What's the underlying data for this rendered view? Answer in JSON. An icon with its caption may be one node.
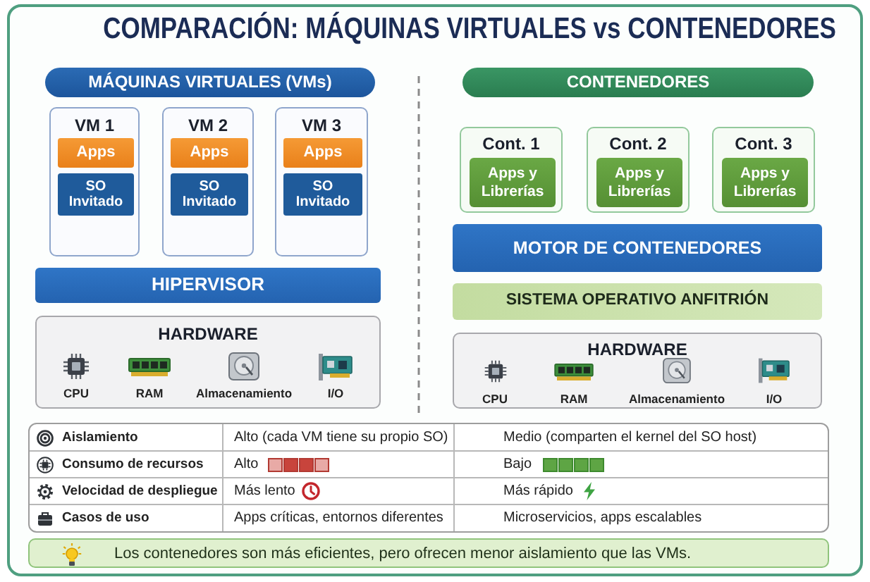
{
  "diagram": {
    "title": "COMPARACIÓN: MÁQUINAS VIRTUALES vs CONTENEDORES",
    "nodes": [
      {
        "text": [
          "MÁQUINAS VIRTUALES (VMs)"
        ]
      },
      {
        "text": [
          "VM 1"
        ]
      },
      {
        "text": [
          "Apps"
        ],
        "in": 1
      },
      {
        "text": [
          "SO Invitado"
        ],
        "in": 1
      },
      {
        "text": [
          "VM 2"
        ]
      },
      {
        "text": [
          "Apps"
        ],
        "in": 4
      },
      {
        "text": [
          "SO Invitado"
        ],
        "in": 4
      },
      {
        "text": [
          "VM 3"
        ]
      },
      {
        "text": [
          "Apps"
        ],
        "in": 7
      },
      {
        "text": [
          "SO Invitado"
        ],
        "in": 7
      },
      {
        "text": [
          "HIPERVISOR"
        ]
      },
      {
        "text": [
          "HARDWARE"
        ]
      },
      {
        "text": [
          "CONTENEDORES"
        ]
      },
      {
        "text": [
          "Cont. 1"
        ]
      },
      {
        "text": [
          "Apps y Librerías"
        ],
        "in": 13
      },
      {
        "text": [
          "Cont. 2"
        ]
      },
      {
        "text": [
          "Apps y Librerías"
        ],
        "in": 15
      },
      {
        "text": [
          "Cont. 3"
        ]
      },
      {
        "text": [
          "Apps y Librerías"
        ],
        "in": 17
      },
      {
        "text": [
          "MOTOR DE CONTENEDORES"
        ]
      },
      {
        "text": [
          "SISTEMA OPERATIVO ANFITRIÓN"
        ]
      },
      {
        "text": [
          "HARDWARE"
        ]
      },
      {
        "text": [
          "Los contenedores son más eficientes, pero ofrecen menor aislamiento que las VMs."
        ]
      }
    ],
    "labels": [
      "CPU",
      "RAM",
      "Almacenamiento",
      "I/O",
      "CPU",
      "RAM",
      "Almacenamiento",
      "I/O",
      "Aislamiento",
      "Alto (cada VM tiene su propio SO)",
      "Medio (comparten el kernel del SO host)",
      "Consumo de recursos",
      "Alto",
      "Bajo",
      "Velocidad de despliegue",
      "Más lento",
      "Más rápido",
      "Casos de uso",
      "Apps críticas, entornos diferentes",
      "Microservicios, apps escalables"
    ]
  }
}
